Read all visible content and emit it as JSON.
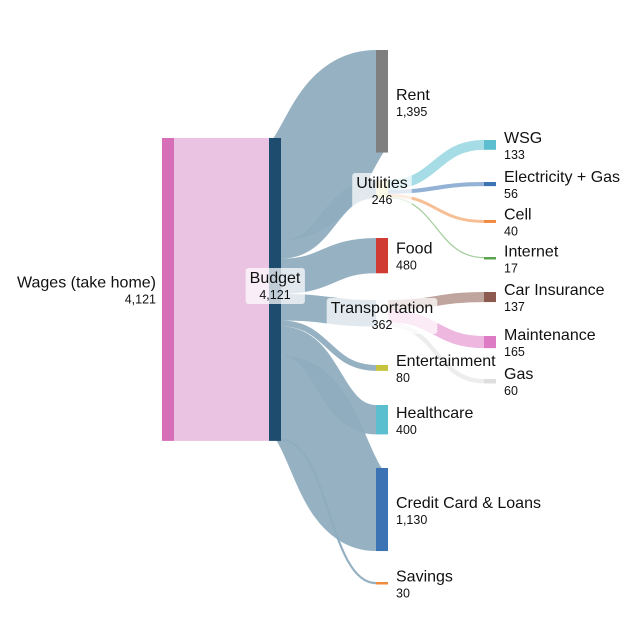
{
  "chart_data": {
    "type": "sankey",
    "nodes": [
      {
        "id": "wages",
        "name": "Wages (take home)",
        "value": "4,121",
        "color": "#d66fb8"
      },
      {
        "id": "budget",
        "name": "Budget",
        "value": "4,121",
        "color": "#1e4c6e"
      },
      {
        "id": "rent",
        "name": "Rent",
        "value": "1,395",
        "color": "#7f7f7f"
      },
      {
        "id": "utilities",
        "name": "Utilities",
        "value": "246",
        "color": "#ece6a4"
      },
      {
        "id": "food",
        "name": "Food",
        "value": "480",
        "color": "#d03b34"
      },
      {
        "id": "transportation",
        "name": "Transportation",
        "value": "362",
        "color": "#eef3f7"
      },
      {
        "id": "entertainment",
        "name": "Entertainment",
        "value": "80",
        "color": "#c6c43c"
      },
      {
        "id": "healthcare",
        "name": "Healthcare",
        "value": "400",
        "color": "#5bbfcf"
      },
      {
        "id": "credit",
        "name": "Credit Card & Loans",
        "value": "1,130",
        "color": "#3b73b5"
      },
      {
        "id": "savings",
        "name": "Savings",
        "value": "30",
        "color": "#f08a3e"
      },
      {
        "id": "wsg",
        "name": "WSG",
        "value": "133",
        "color": "#5bbfcf"
      },
      {
        "id": "electricity",
        "name": "Electricity + Gas",
        "value": "56",
        "color": "#3b73b5"
      },
      {
        "id": "cell",
        "name": "Cell",
        "value": "40",
        "color": "#f08a3e"
      },
      {
        "id": "internet",
        "name": "Internet",
        "value": "17",
        "color": "#5aa54c"
      },
      {
        "id": "car_insurance",
        "name": "Car Insurance",
        "value": "137",
        "color": "#8c5a4f"
      },
      {
        "id": "maintenance",
        "name": "Maintenance",
        "value": "165",
        "color": "#de7bc5"
      },
      {
        "id": "gas",
        "name": "Gas",
        "value": "60",
        "color": "#dedede"
      }
    ],
    "links": [
      {
        "source": "wages",
        "target": "budget",
        "value": 4121
      },
      {
        "source": "budget",
        "target": "rent",
        "value": 1395
      },
      {
        "source": "budget",
        "target": "utilities",
        "value": 246
      },
      {
        "source": "budget",
        "target": "food",
        "value": 480
      },
      {
        "source": "budget",
        "target": "transportation",
        "value": 362
      },
      {
        "source": "budget",
        "target": "entertainment",
        "value": 80
      },
      {
        "source": "budget",
        "target": "healthcare",
        "value": 400
      },
      {
        "source": "budget",
        "target": "credit",
        "value": 1130
      },
      {
        "source": "budget",
        "target": "savings",
        "value": 30
      },
      {
        "source": "utilities",
        "target": "wsg",
        "value": 133
      },
      {
        "source": "utilities",
        "target": "electricity",
        "value": 56
      },
      {
        "source": "utilities",
        "target": "cell",
        "value": 40
      },
      {
        "source": "utilities",
        "target": "internet",
        "value": 17
      },
      {
        "source": "transportation",
        "target": "car_insurance",
        "value": 137
      },
      {
        "source": "transportation",
        "target": "maintenance",
        "value": 165
      },
      {
        "source": "transportation",
        "target": "gas",
        "value": 60
      }
    ],
    "colors": {
      "budget_links": "#8fadbf",
      "wages_link": "#e9c3e1"
    }
  }
}
